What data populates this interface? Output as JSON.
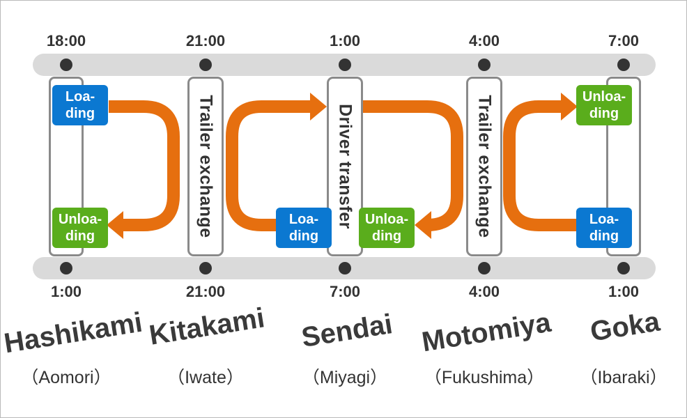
{
  "colors": {
    "track": "#dadada",
    "dot": "#333333",
    "arrow": "#e66f0f",
    "loading": "#0b78d1",
    "unloading": "#5aad1c",
    "post_border": "#8a8a8a"
  },
  "top_times": [
    "18:00",
    "21:00",
    "1:00",
    "4:00",
    "7:00"
  ],
  "bottom_times": [
    "1:00",
    "21:00",
    "7:00",
    "4:00",
    "1:00"
  ],
  "steps": {
    "kitakami": "Trailer exchange",
    "sendai": "Driver transfer",
    "motomiya": "Trailer exchange"
  },
  "badges": {
    "loading": [
      "Loa-",
      "ding"
    ],
    "unloading": [
      "Unloa-",
      "ding"
    ]
  },
  "stations": [
    {
      "name": "Hashikami",
      "prefecture": "（Aomori）"
    },
    {
      "name": "Kitakami",
      "prefecture": "（Iwate）"
    },
    {
      "name": "Sendai",
      "prefecture": "（Miyagi）"
    },
    {
      "name": "Motomiya",
      "prefecture": "（Fukushima）"
    },
    {
      "name": "Goka",
      "prefecture": "（Ibaraki）"
    }
  ]
}
